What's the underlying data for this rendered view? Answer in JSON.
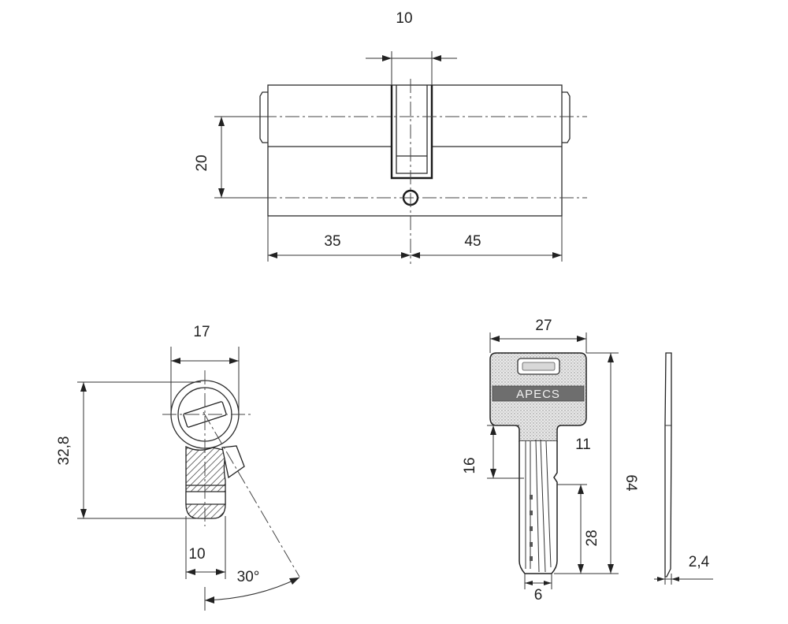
{
  "cylinder": {
    "dim_cam_width": "10",
    "dim_height": "20",
    "dim_left_length": "35",
    "dim_right_length": "45"
  },
  "profile": {
    "dim_width": "17",
    "dim_height": "32,8",
    "dim_bottom_width": "10",
    "dim_cam_angle": "30°"
  },
  "key": {
    "brand": "APECS",
    "dim_head_width": "27",
    "dim_shoulder": "11",
    "dim_blade_upper": "16",
    "dim_blade_lower": "28",
    "dim_total_length": "64",
    "dim_blade_width": "6",
    "dim_thickness": "2,4"
  }
}
